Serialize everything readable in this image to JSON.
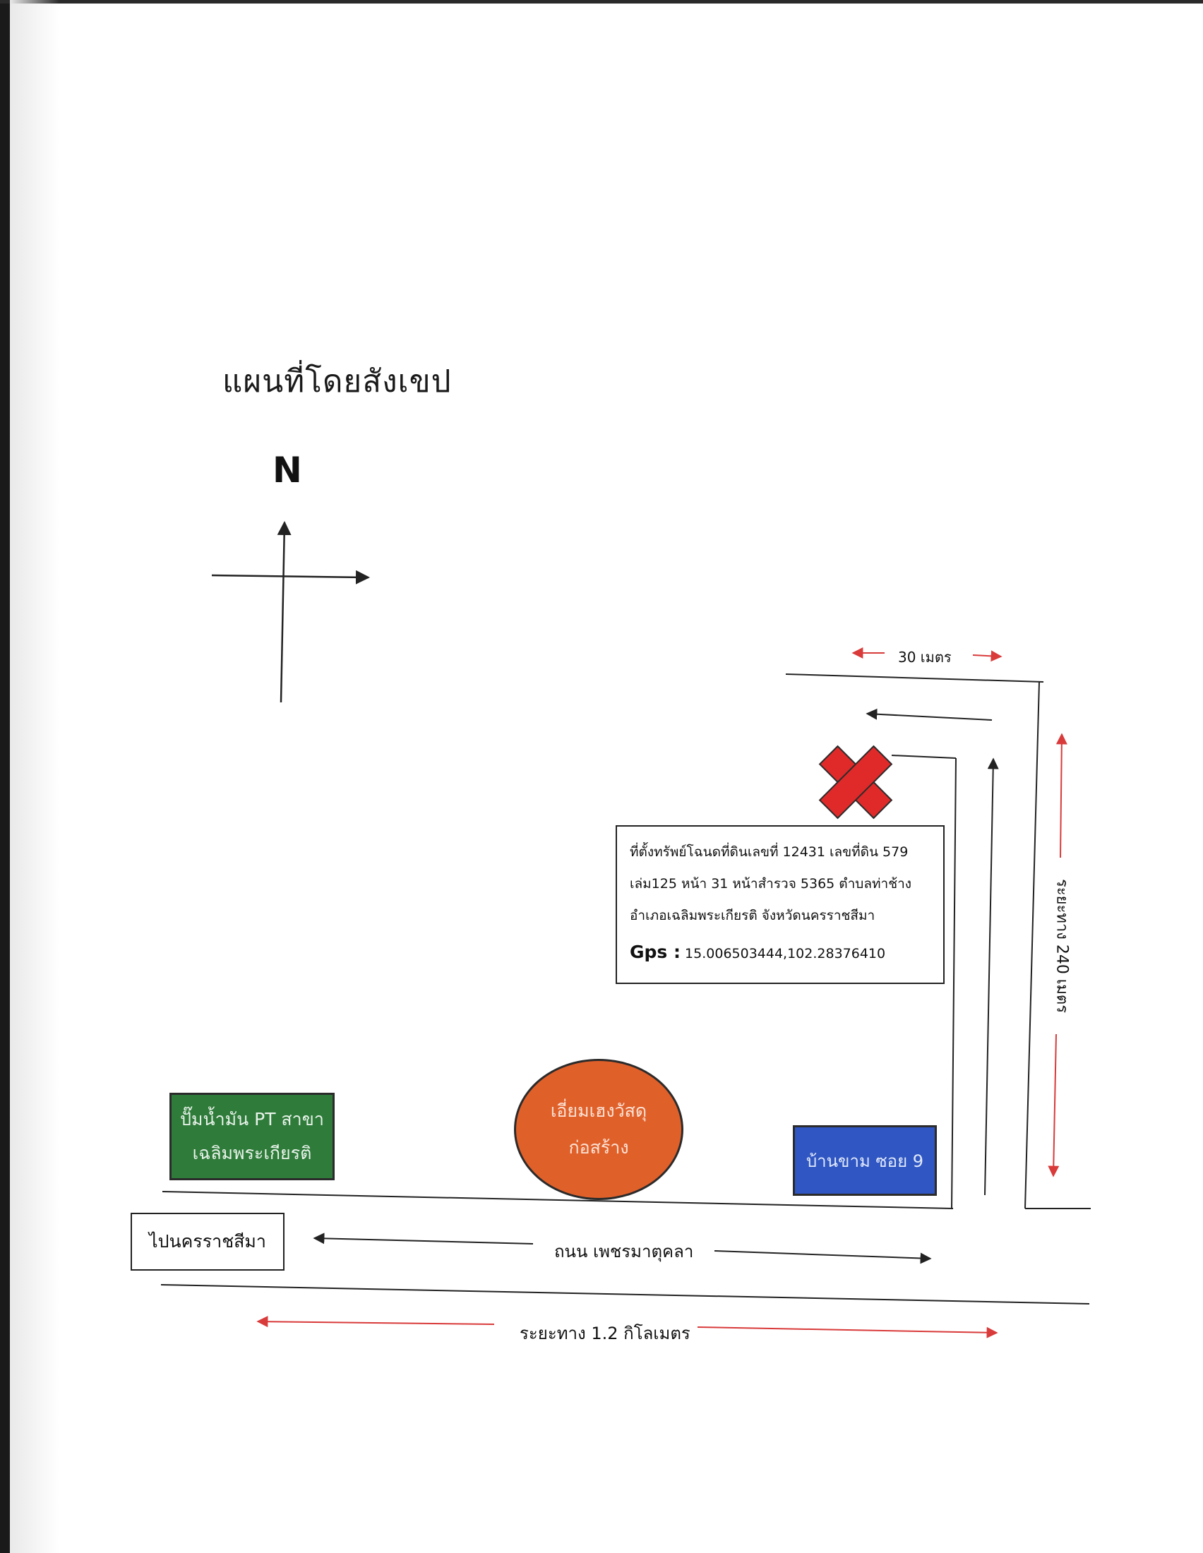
{
  "title": "แผนที่โดยสังเขป",
  "compass": {
    "north": "N"
  },
  "target_marker": {
    "icon": "red-x-icon",
    "color": "#e02a2a"
  },
  "info_box": {
    "lines": [
      "ที่ตั้งทรัพย์โฉนดที่ดินเลขที่ 12431 เลขที่ดิน 579",
      "เล่ม125 หน้า 31 หน้าสำรวจ 5365 ตำบลท่าช้าง",
      "อำเภอเฉลิมพระเกียรติ จังหวัดนครราชสีมา"
    ],
    "gps_label": "Gps :",
    "gps_value": "15.006503444,102.28376410"
  },
  "landmarks": {
    "gas_station": {
      "line1": "ปั๊มน้ำมัน PT สาขา",
      "line2": "เฉลิมพระเกียรติ",
      "color": "#2e7b3a"
    },
    "hardware_store": {
      "line1": "เอี่ยมเฮงวัสดุ",
      "line2": "ก่อสร้าง",
      "color": "#e0602a"
    },
    "soi": {
      "label": "บ้านขาม ซอย 9",
      "color": "#2f56c2"
    }
  },
  "direction_box": "ไปนครราชสีมา",
  "road_name": "ถนน เพชรมาตุคลา",
  "distances": {
    "horizontal": "ระยะทาง 1.2 กิโลเมตร",
    "vertical": "ระยะทาง 240 เมตร",
    "width": "30 เมตร"
  },
  "colors": {
    "distance_arrow": "#d93a3a",
    "line": "#222222"
  }
}
